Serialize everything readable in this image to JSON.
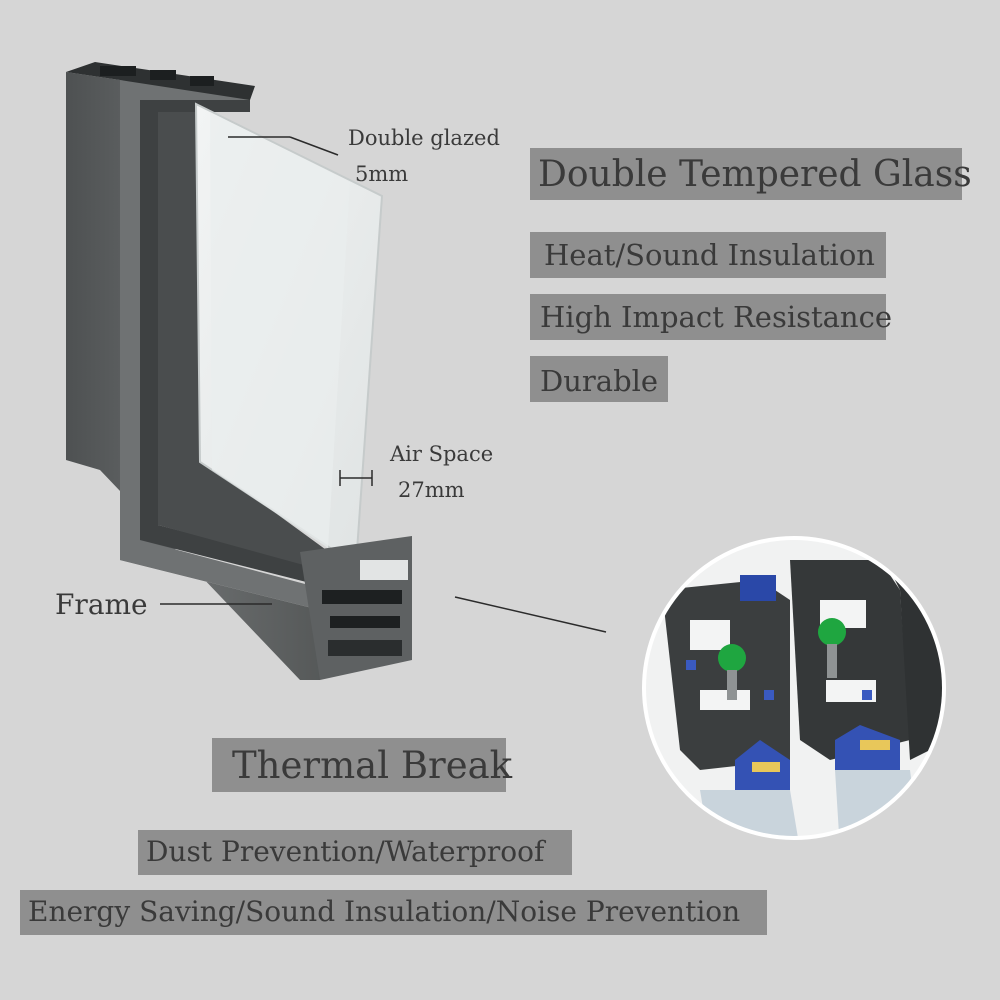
{
  "features": {
    "glass_title": "Double Tempered Glass",
    "glass_items": [
      "Heat/Sound Insulation",
      "High Impact Resistance",
      "Durable"
    ],
    "break_title": "Thermal Break",
    "break_items": [
      "Dust Prevention/Waterproof",
      "Energy Saving/Sound Insulation/Noise Prevention"
    ]
  },
  "callouts": {
    "glazing_line1": "Double glazed",
    "glazing_line2": "5mm",
    "air_line1": "Air Space",
    "air_line2": "27mm",
    "frame": "Frame"
  },
  "colors": {
    "background": "#d6d6d6",
    "label_bg": "#8f8f8f",
    "label_text": "#3a3a3a",
    "frame_dark": "#5a5d5e",
    "gasket_green": "#1fa640",
    "strip_blue": "#2a48a8"
  }
}
